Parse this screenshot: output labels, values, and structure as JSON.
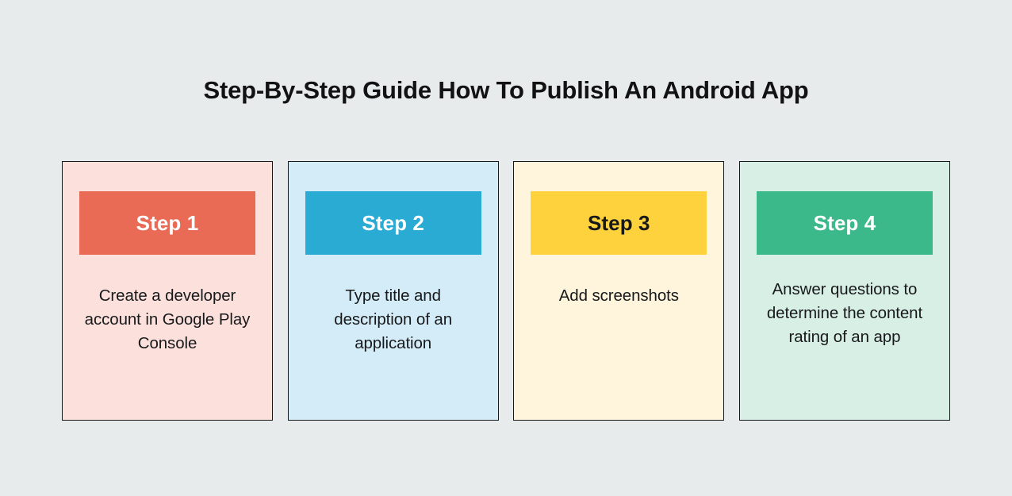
{
  "page": {
    "background_color": "#e8ebec",
    "title": "Step-By-Step Guide How To Publish An Android App",
    "title_color": "#121212"
  },
  "cards": [
    {
      "badge_label": "Step 1",
      "body": "Create a developer account in Google Play Console",
      "card_background": "#fce0dc",
      "badge_background": "#e96b55",
      "badge_text_color": "#ffffff",
      "border_color": "#17181a"
    },
    {
      "badge_label": "Step 2",
      "body": "Type title and description of an application",
      "card_background": "#d4ecf8",
      "badge_background": "#29abd4",
      "badge_text_color": "#ffffff",
      "border_color": "#17181a"
    },
    {
      "badge_label": "Step 3",
      "body": "Add screenshots",
      "card_background": "#fef5dc",
      "badge_background": "#fdd23c",
      "badge_text_color": "#17181a",
      "border_color": "#17181a"
    },
    {
      "badge_label": "Step 4",
      "body": "Answer questions to determine the content rating of an app",
      "card_background": "#d8efe6",
      "badge_background": "#3cb98b",
      "badge_text_color": "#ffffff",
      "border_color": "#17181a"
    }
  ]
}
